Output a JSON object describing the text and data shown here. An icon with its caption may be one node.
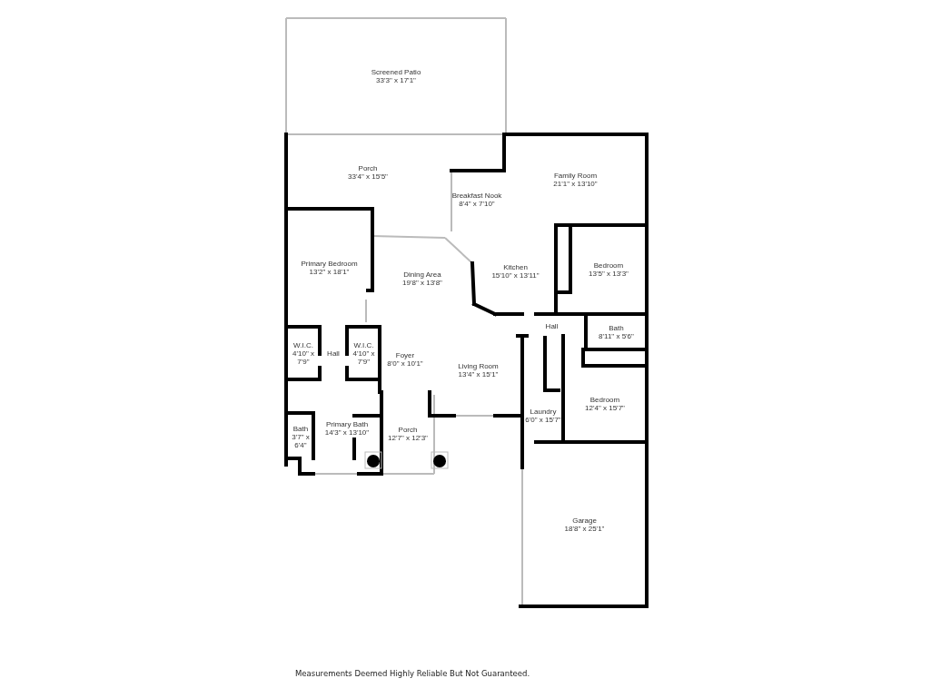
{
  "diagram": {
    "nodes": [
      {
        "text": [
          "Screened Patio",
          "33'3\" x 17'1\""
        ]
      },
      {
        "text": [
          "Porch",
          "33'4\" x 15'5\""
        ]
      },
      {
        "text": [
          "Breakfast Nook",
          "8'4\" x 7'10\""
        ]
      },
      {
        "text": [
          "Family Room",
          "21'1\" x 13'10\""
        ]
      },
      {
        "text": [
          "Primary Bedroom",
          "13'2\" x 18'1\""
        ]
      },
      {
        "text": [
          "Dining Area",
          "19'8\" x 13'8\""
        ]
      },
      {
        "text": [
          "Kitchen",
          "15'10\" x 13'11\""
        ]
      },
      {
        "text": [
          "Bedroom",
          "13'5\" x 13'3\""
        ]
      },
      {
        "text": [
          "Hall"
        ]
      },
      {
        "text": [
          "Bath",
          "8'11\" x 5'6\""
        ]
      },
      {
        "text": [
          "W.I.C.",
          "4'10\" x 7'9\""
        ]
      },
      {
        "text": [
          "Hall"
        ]
      },
      {
        "text": [
          "W.I.C.",
          "4'10\" x 7'9\""
        ]
      },
      {
        "text": [
          "Foyer",
          "8'0\" x 10'1\""
        ]
      },
      {
        "text": [
          "Living Room",
          "13'4\" x 15'1\""
        ]
      },
      {
        "text": [
          "Laundry",
          "6'0\" x 15'7\""
        ]
      },
      {
        "text": [
          "Bedroom",
          "12'4\" x 15'7\""
        ]
      },
      {
        "text": [
          "Primary Bath",
          "14'3\" x 13'10\""
        ]
      },
      {
        "text": [
          "Bath",
          "3'7\" x 6'4\""
        ]
      },
      {
        "text": [
          "Porch",
          "12'7\" x 12'3\""
        ]
      },
      {
        "text": [
          "Garage",
          "18'8\" x 25'1\""
        ]
      }
    ],
    "labels": [
      "Measurements Deemed Highly Reliable But Not Guaranteed."
    ]
  }
}
